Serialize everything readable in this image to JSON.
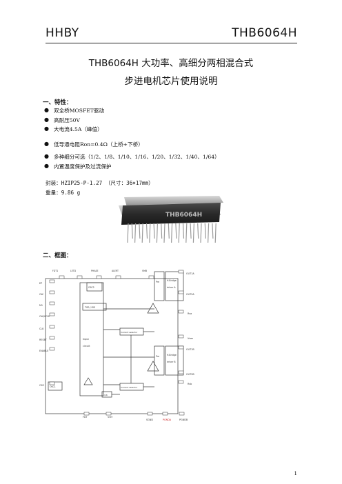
{
  "header": {
    "left": "HHBY",
    "right": "THB6064H"
  },
  "title": {
    "line1": "THB6064H 大功率、高细分两相混合式",
    "line2": "步进电机芯片使用说明"
  },
  "section1": {
    "heading": "一、特性："
  },
  "features": [
    "双全桥MOSFET驱动",
    "高耐压50V",
    "大电流4.5A（峰值）",
    "低导通电阻Ron=0.4Ω（上桥+下桥）",
    "多种细分可选（1/2、1/8、1/10、1/16、1/20、1/32、1/40、1/64）",
    "内置温度保护及过流保护"
  ],
  "package": {
    "label": "封装：HZIP25-P-1.27 （尺寸：36×17mm）",
    "weight": "重量：9.86 g"
  },
  "chip_marking": "THB6064H",
  "section2": {
    "heading": "二、框图："
  },
  "diagram": {
    "top_pins": [
      "FDT1",
      "LETD",
      "PHASE",
      "ALERT",
      "VMB"
    ],
    "left_pins": [
      "EP",
      "CW",
      "M1",
      "CW/CCW",
      "CLK",
      "RESET",
      "ENABLE",
      "OSC"
    ],
    "right_pins": [
      "OUT1A",
      "OUT2A",
      "Rsa",
      "Vsen",
      "OUT1B",
      "OUT2B",
      "Rsb"
    ],
    "bottom_pins": [
      "FDT",
      "Vref",
      "SGND",
      "PGNDA",
      "PGNDB"
    ],
    "blocks": {
      "osc2": "OSC2",
      "tsd": "TSD / ISD",
      "input": "Input",
      "circuit": "circuit",
      "osc1": "OSC1",
      "pre_a": "Pre",
      "pre_b": "Pre",
      "hbridge_a": "H-Bridge",
      "drive_a": "driver A",
      "hbridge_b": "H-Bridge",
      "drive_b": "driver B",
      "current_a": "Current selector",
      "current_b": "Current selector",
      "divider": "1/6"
    },
    "colors": {
      "line": "#333333",
      "accent": "#cc2222"
    }
  },
  "page_number": "1"
}
